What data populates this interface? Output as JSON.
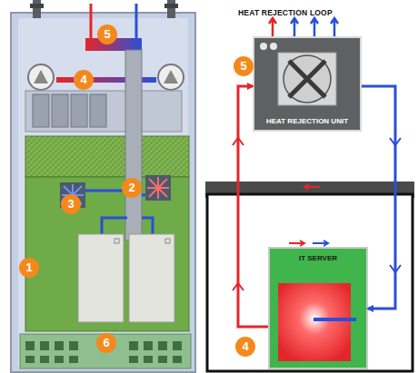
{
  "diagram": {
    "nodes": [
      {
        "text": [
          "HEAT REJECTION UNIT"
        ]
      },
      {
        "text": [
          "IT SERVER"
        ]
      }
    ],
    "edges": [
      {
        "from": 1,
        "to": 0,
        "arrow": "to"
      },
      {
        "from": 0,
        "to": 1,
        "arrow": "to"
      }
    ],
    "labels": [
      "5",
      "4",
      "3",
      "2",
      "1",
      "6",
      "HEAT REJECTION LOOP",
      "5",
      "4"
    ]
  }
}
